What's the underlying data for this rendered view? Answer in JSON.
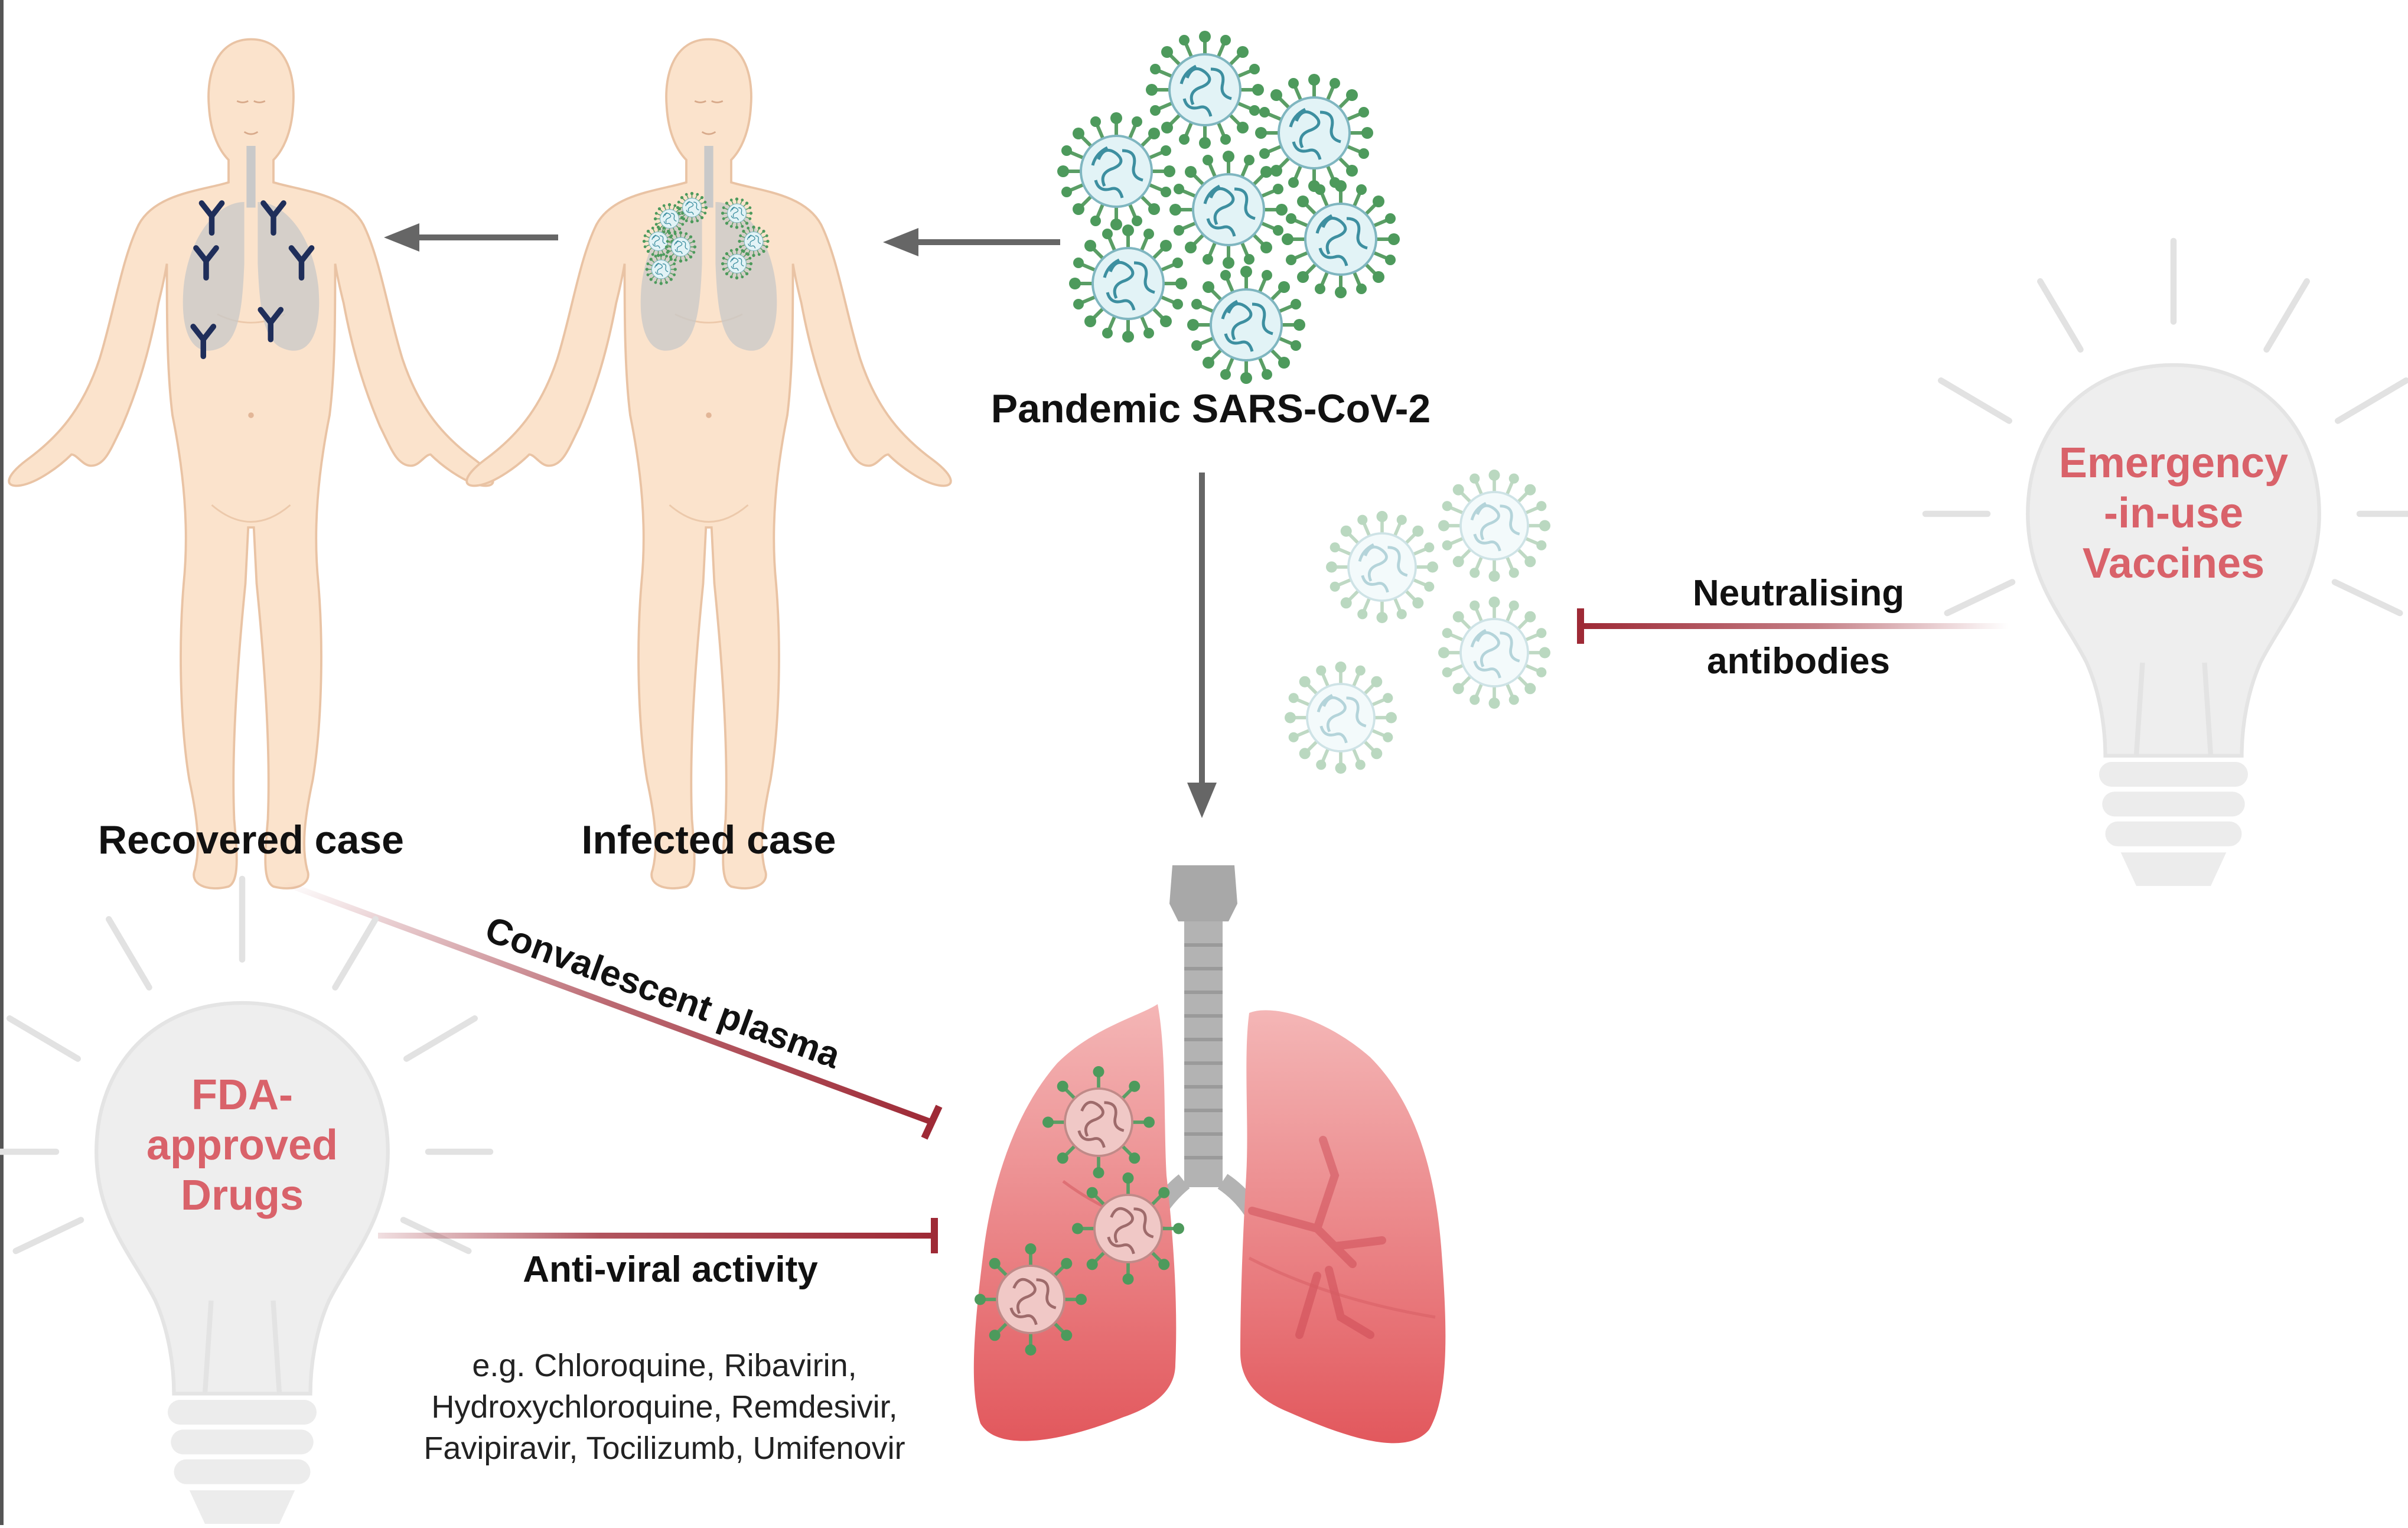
{
  "labels": {
    "virus": "Pandemic SARS-CoV-2",
    "recovered": "Recovered case",
    "infected": "Infected case",
    "convalescent": "Convalescent plasma",
    "antiviral": "Anti-viral activity",
    "neutralising_1": "Neutralising",
    "neutralising_2": "antibodies"
  },
  "vaccine_bulb": {
    "line1": "Emergency",
    "line2": "-in-use",
    "line3": "Vaccines"
  },
  "drug_bulb": {
    "line1": "FDA-",
    "line2": "approved",
    "line3": "Drugs"
  },
  "drug_examples": {
    "line1": "e.g. Chloroquine, Ribavirin,",
    "line2": "Hydroxychloroquine, Remdesivir,",
    "line3": "Favipiravir, Tocilizumb, Umifenovir"
  },
  "colors": {
    "inhibit": "#9e2a36",
    "bulb_text": "#d9626a",
    "arrow": "#666666",
    "skin": "#fbe3cc",
    "virus_core": "#dff2f6",
    "virus_spike": "#4d9a5c",
    "lung": "#e4686c"
  }
}
